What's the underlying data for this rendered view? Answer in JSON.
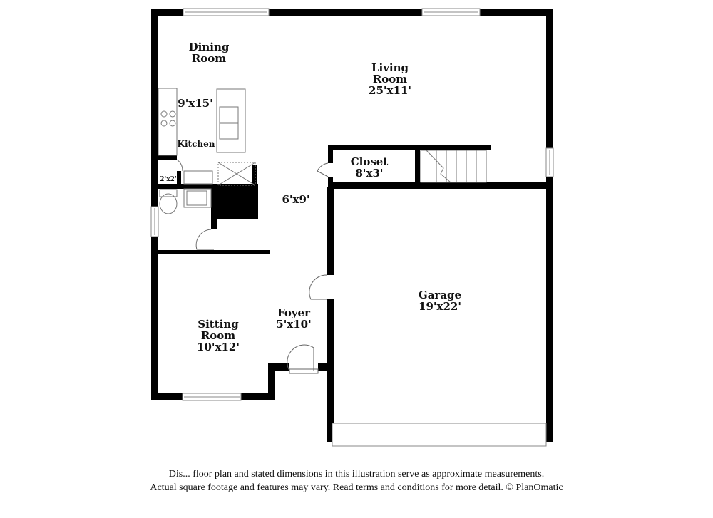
{
  "floor_plan": {
    "rooms": [
      {
        "id": "dining-room",
        "name_line1": "Dining",
        "name_line2": "Room",
        "dimensions": ""
      },
      {
        "id": "kitchen",
        "name_line1": "Kitchen",
        "name_line2": "",
        "dimensions": "9'x15'"
      },
      {
        "id": "living-room",
        "name_line1": "Living",
        "name_line2": "Room",
        "dimensions": "25'x11'"
      },
      {
        "id": "closet",
        "name_line1": "Closet",
        "name_line2": "",
        "dimensions": "8'x3'"
      },
      {
        "id": "pantry",
        "name_line1": "",
        "name_line2": "",
        "dimensions": "2'x2'"
      },
      {
        "id": "hallway",
        "name_line1": "",
        "name_line2": "",
        "dimensions": "6'x9'"
      },
      {
        "id": "garage",
        "name_line1": "Garage",
        "name_line2": "",
        "dimensions": "19'x22'"
      },
      {
        "id": "foyer",
        "name_line1": "Foyer",
        "name_line2": "",
        "dimensions": "5'x10'"
      },
      {
        "id": "sitting-room",
        "name_line1": "Sitting",
        "name_line2": "Room",
        "dimensions": "10'x12'"
      }
    ],
    "colors": {
      "wall": "#000000",
      "fixture_line": "#777777",
      "background": "#ffffff"
    }
  },
  "disclaimer": {
    "line1": "Dis... floor plan and stated dimensions in this illustration serve as approximate measurements.",
    "line2": "Actual square footage and features may vary. Read terms and conditions for more detail. © PlanOmatic"
  }
}
